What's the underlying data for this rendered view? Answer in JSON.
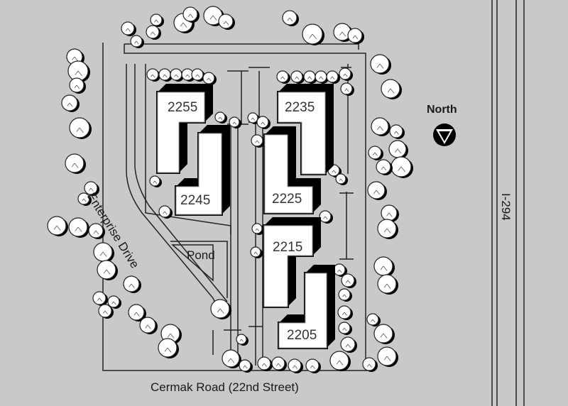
{
  "buildings": [
    {
      "label": "2255"
    },
    {
      "label": "2245"
    },
    {
      "label": "2235"
    },
    {
      "label": "2225"
    },
    {
      "label": "2215"
    },
    {
      "label": "2205"
    }
  ],
  "streets": {
    "enterprise_drive": "Enterprise Drive",
    "cermak_road": "Cermak Road (22nd Street)",
    "interstate": "I-294"
  },
  "features": {
    "pond": "Pond"
  },
  "compass": {
    "label": "North",
    "icon": "north-arrow-icon"
  },
  "colors": {
    "background": "#c9c9c9",
    "building": "#ffffff",
    "shadow": "#000000",
    "tree": "#ffffff"
  }
}
